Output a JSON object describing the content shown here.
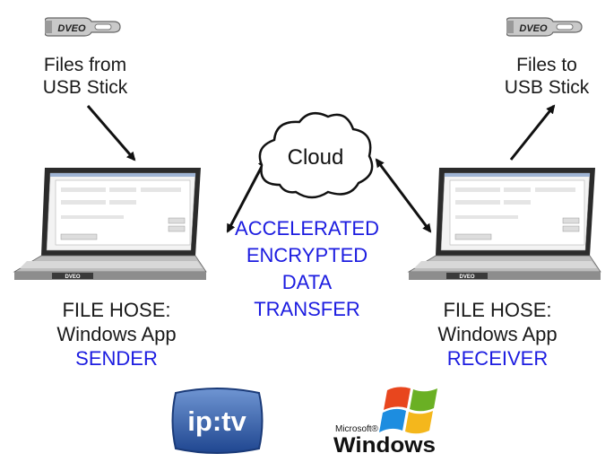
{
  "usb_left": {
    "brand": "DVEO",
    "caption_line1": "Files from",
    "caption_line2": "USB Stick"
  },
  "usb_right": {
    "brand": "DVEO",
    "caption_line1": "Files to",
    "caption_line2": "USB Stick"
  },
  "cloud": {
    "label": "Cloud"
  },
  "center": {
    "line1": "ACCELERATED",
    "line2": "ENCRYPTED",
    "line3": "DATA",
    "line4": "TRANSFER"
  },
  "sender": {
    "line1": "FILE HOSE:",
    "line2": "Windows App",
    "role": "SENDER"
  },
  "receiver": {
    "line1": "FILE HOSE:",
    "line2": "Windows App",
    "role": "RECEIVER"
  },
  "laptop_brand": "DVEO",
  "logos": {
    "iptv": "ip:tv",
    "microsoft": "Microsoft®",
    "windows": "Windows"
  },
  "colors": {
    "accent_blue": "#1c1ce0",
    "arrow": "#111111",
    "iptv_blue": "#2c5aa8"
  }
}
